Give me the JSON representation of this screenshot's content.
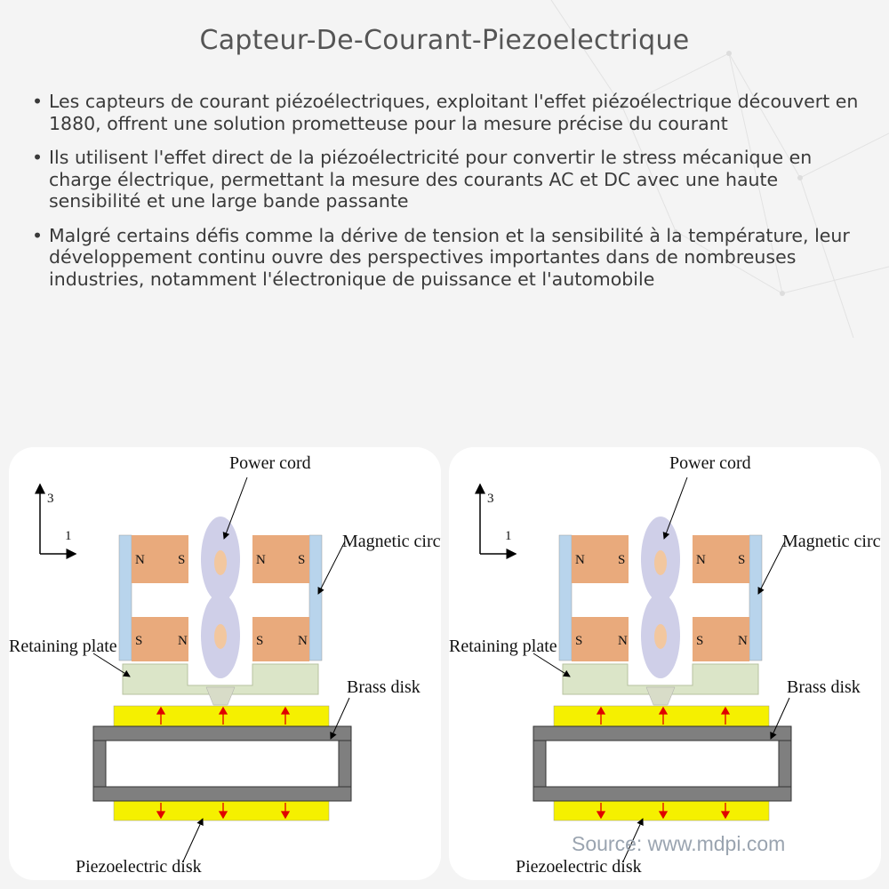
{
  "title": "Capteur-De-Courant-Piezoelectrique",
  "bullets": [
    {
      "marker": "•",
      "text": "Les capteurs de courant piézoélectriques, exploitant l'effet piézoélectrique découvert en 1880, offrent une solution prometteuse pour la mesure précise du courant"
    },
    {
      "marker": "•",
      "text": "Ils utilisent l'effet direct de la piézoélectricité pour convertir le stress mécanique en charge électrique, permettant la mesure des courants AC et DC avec une haute sensibilité et une large bande passante"
    },
    {
      "marker": "•",
      "text": "Malgré certains défis comme la dérive de tension et la sensibilité à la température, leur développement continu ouvre des perspectives importantes dans de nombreuses industries, notamment l'électronique de puissance et l'automobile"
    }
  ],
  "diagram": {
    "labels": {
      "power_cord": "Power cord",
      "magnetic_circuit": "Magnetic circuit",
      "retaining_plate": "Retaining plate",
      "brass_disk": "Brass disk",
      "piezoelectric_disk": "Piezoelectric disk",
      "axis_3": "3",
      "axis_1": "1",
      "pole_n": "N",
      "pole_s": "S"
    },
    "source": "Source: www.mdpi.com",
    "colors": {
      "magnet": "#e9aa7c",
      "magnetic_circuit": "#b8d4ec",
      "retaining_plate": "#dbe5c8",
      "piezo": "#f5f000",
      "brass": "#7f7f7f",
      "cord": "#cfcfe8",
      "conductor": "#f2c79f",
      "arrow": "#e00000"
    }
  }
}
